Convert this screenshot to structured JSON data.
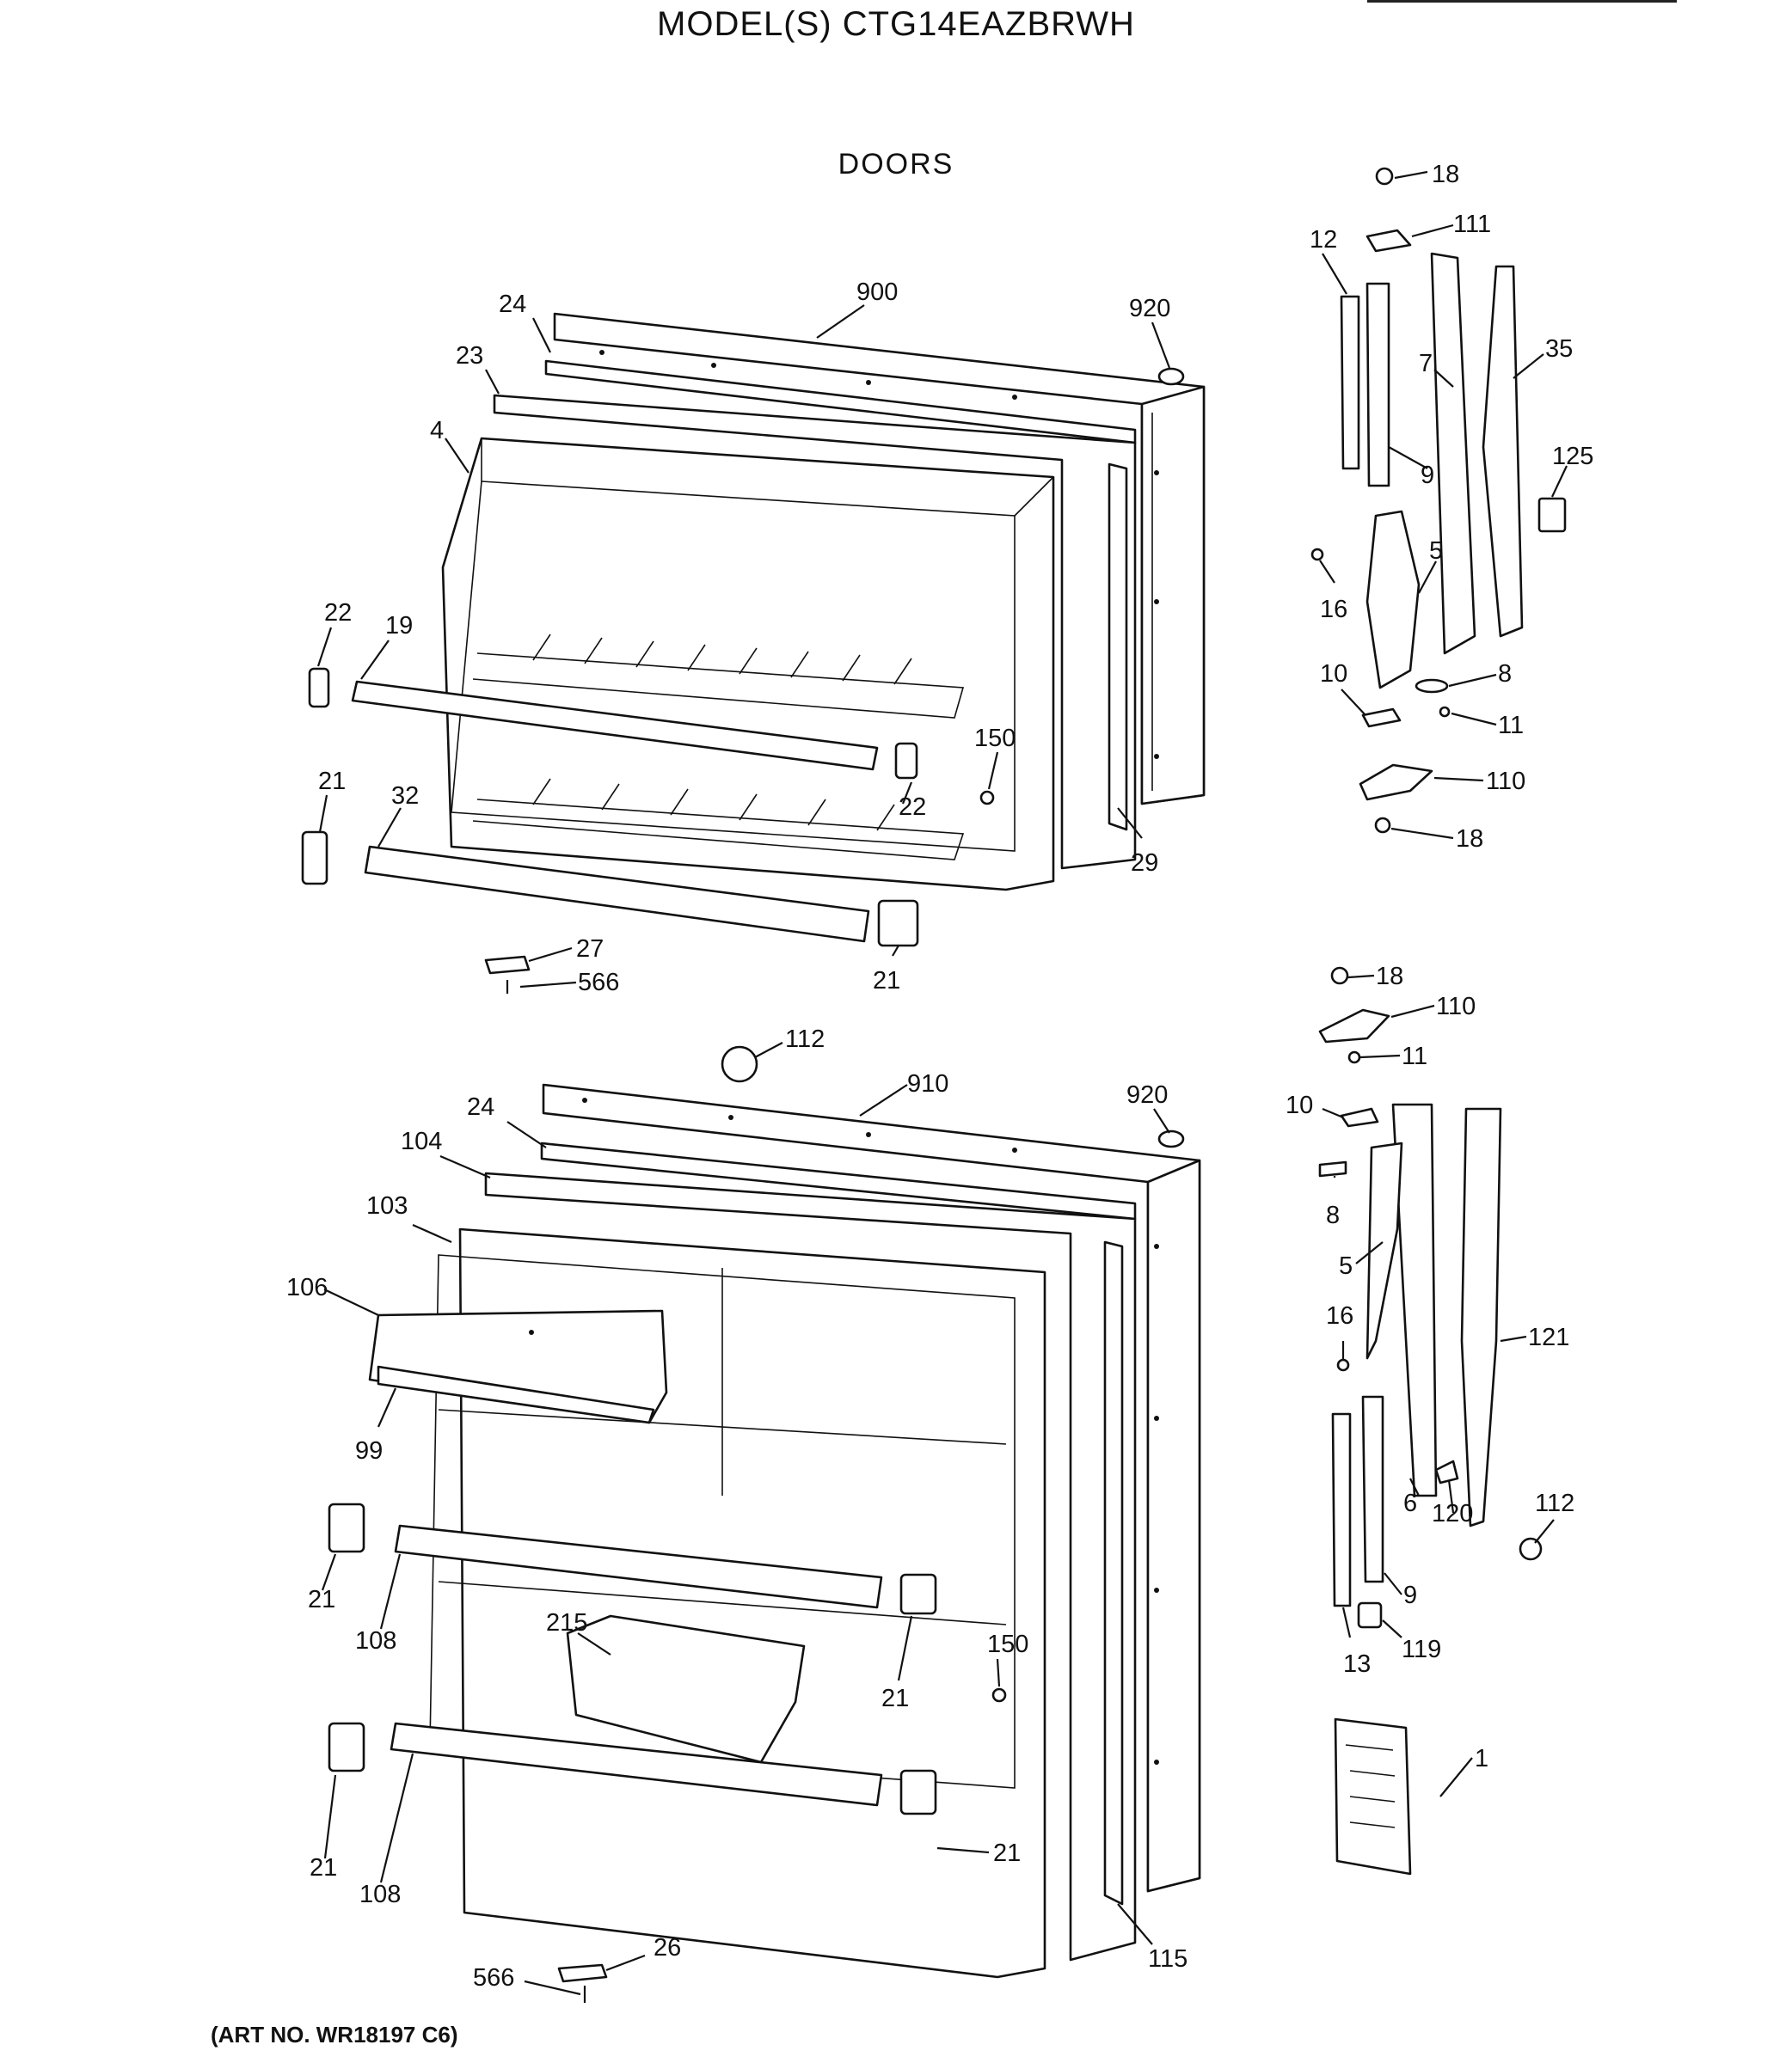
{
  "header": {
    "model_title": "MODEL(S) CTG14EAZBRWH",
    "section_title": "DOORS"
  },
  "footer": {
    "art_number": "(ART NO. WR18197 C6)"
  },
  "freezer_door_callouts": [
    "900",
    "920",
    "24",
    "23",
    "4",
    "22",
    "19",
    "22",
    "150",
    "29",
    "21",
    "32",
    "21",
    "27",
    "566"
  ],
  "fresh_food_door_callouts": [
    "112",
    "910",
    "920",
    "24",
    "104",
    "103",
    "106",
    "99",
    "21",
    "108",
    "215",
    "21",
    "150",
    "21",
    "108",
    "21",
    "115",
    "26",
    "566"
  ],
  "upper_hinge_callouts": [
    "18",
    "111",
    "12",
    "35",
    "7",
    "9",
    "125",
    "5",
    "16",
    "10",
    "8",
    "11",
    "110",
    "18"
  ],
  "lower_hinge_callouts": [
    "18",
    "110",
    "11",
    "10",
    "8",
    "5",
    "16",
    "121",
    "6",
    "120",
    "112",
    "9",
    "13",
    "119",
    "1"
  ]
}
